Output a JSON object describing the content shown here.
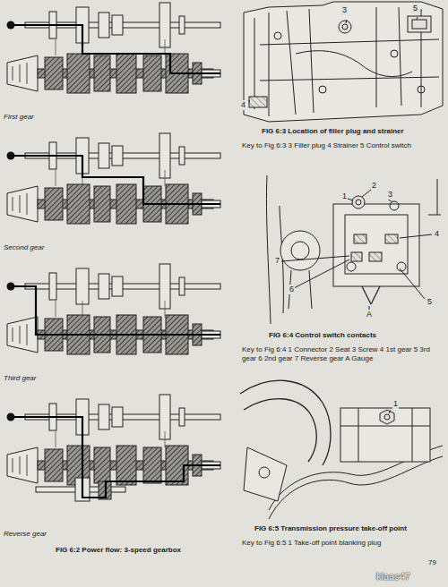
{
  "diagram": {
    "labels": [
      "First gear",
      "Second gear",
      "Third gear",
      "Reverse gear",
      "FIG 6:2 Power flow: 3-speed gearbox",
      "3",
      "5",
      "4",
      "FIG 6:3 Location of filler plug and strainer",
      "Key to Fig 6:3 3 Filler plug 4 Strainer 5 Control switch",
      "1",
      "2",
      "3",
      "4",
      "7",
      "6",
      "5",
      "A",
      "FIG 6:4 Control switch contacts",
      "Key to Fig 6:4 1 Connector 2 Seat 3 Screw 4 1st gear 5 3rd gear 6 2nd gear 7 Reverse gear A Gauge",
      "1",
      "FIG 6:5 Transmission pressure take-off point",
      "Key to Fig 6:5 1 Take-off point blanking plug",
      "79",
      "klaas47"
    ]
  }
}
